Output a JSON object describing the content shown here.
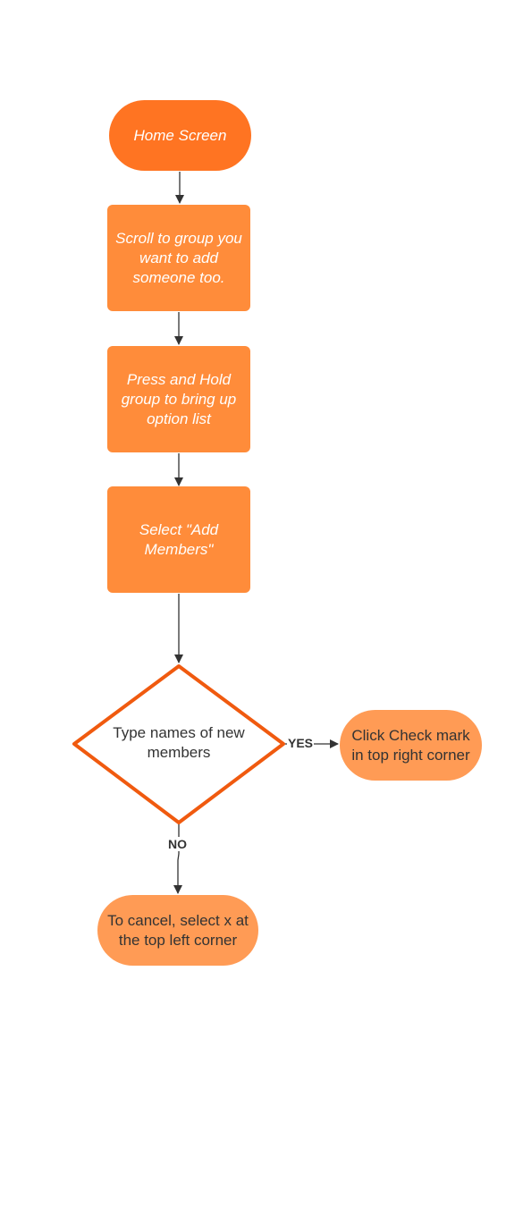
{
  "colors": {
    "start_fill": "#ff7422",
    "process_fill": "#ff8c3a",
    "end_fill": "#ff9b55",
    "decision_stroke": "#f05a0f",
    "connector": "#333333"
  },
  "nodes": {
    "start": {
      "label": "Home Screen"
    },
    "step1": {
      "label": "Scroll to group you want to add someone too."
    },
    "step2": {
      "label": "Press and Hold group to bring up option list"
    },
    "step3": {
      "label": "Select \"Add Members\""
    },
    "decision": {
      "label": "Type names of new members"
    },
    "yes_result": {
      "label": "Click Check mark in top right corner"
    },
    "no_result": {
      "label": "To cancel, select x at the top left corner"
    }
  },
  "edges": {
    "yes": {
      "label": "YES"
    },
    "no": {
      "label": "NO"
    }
  }
}
